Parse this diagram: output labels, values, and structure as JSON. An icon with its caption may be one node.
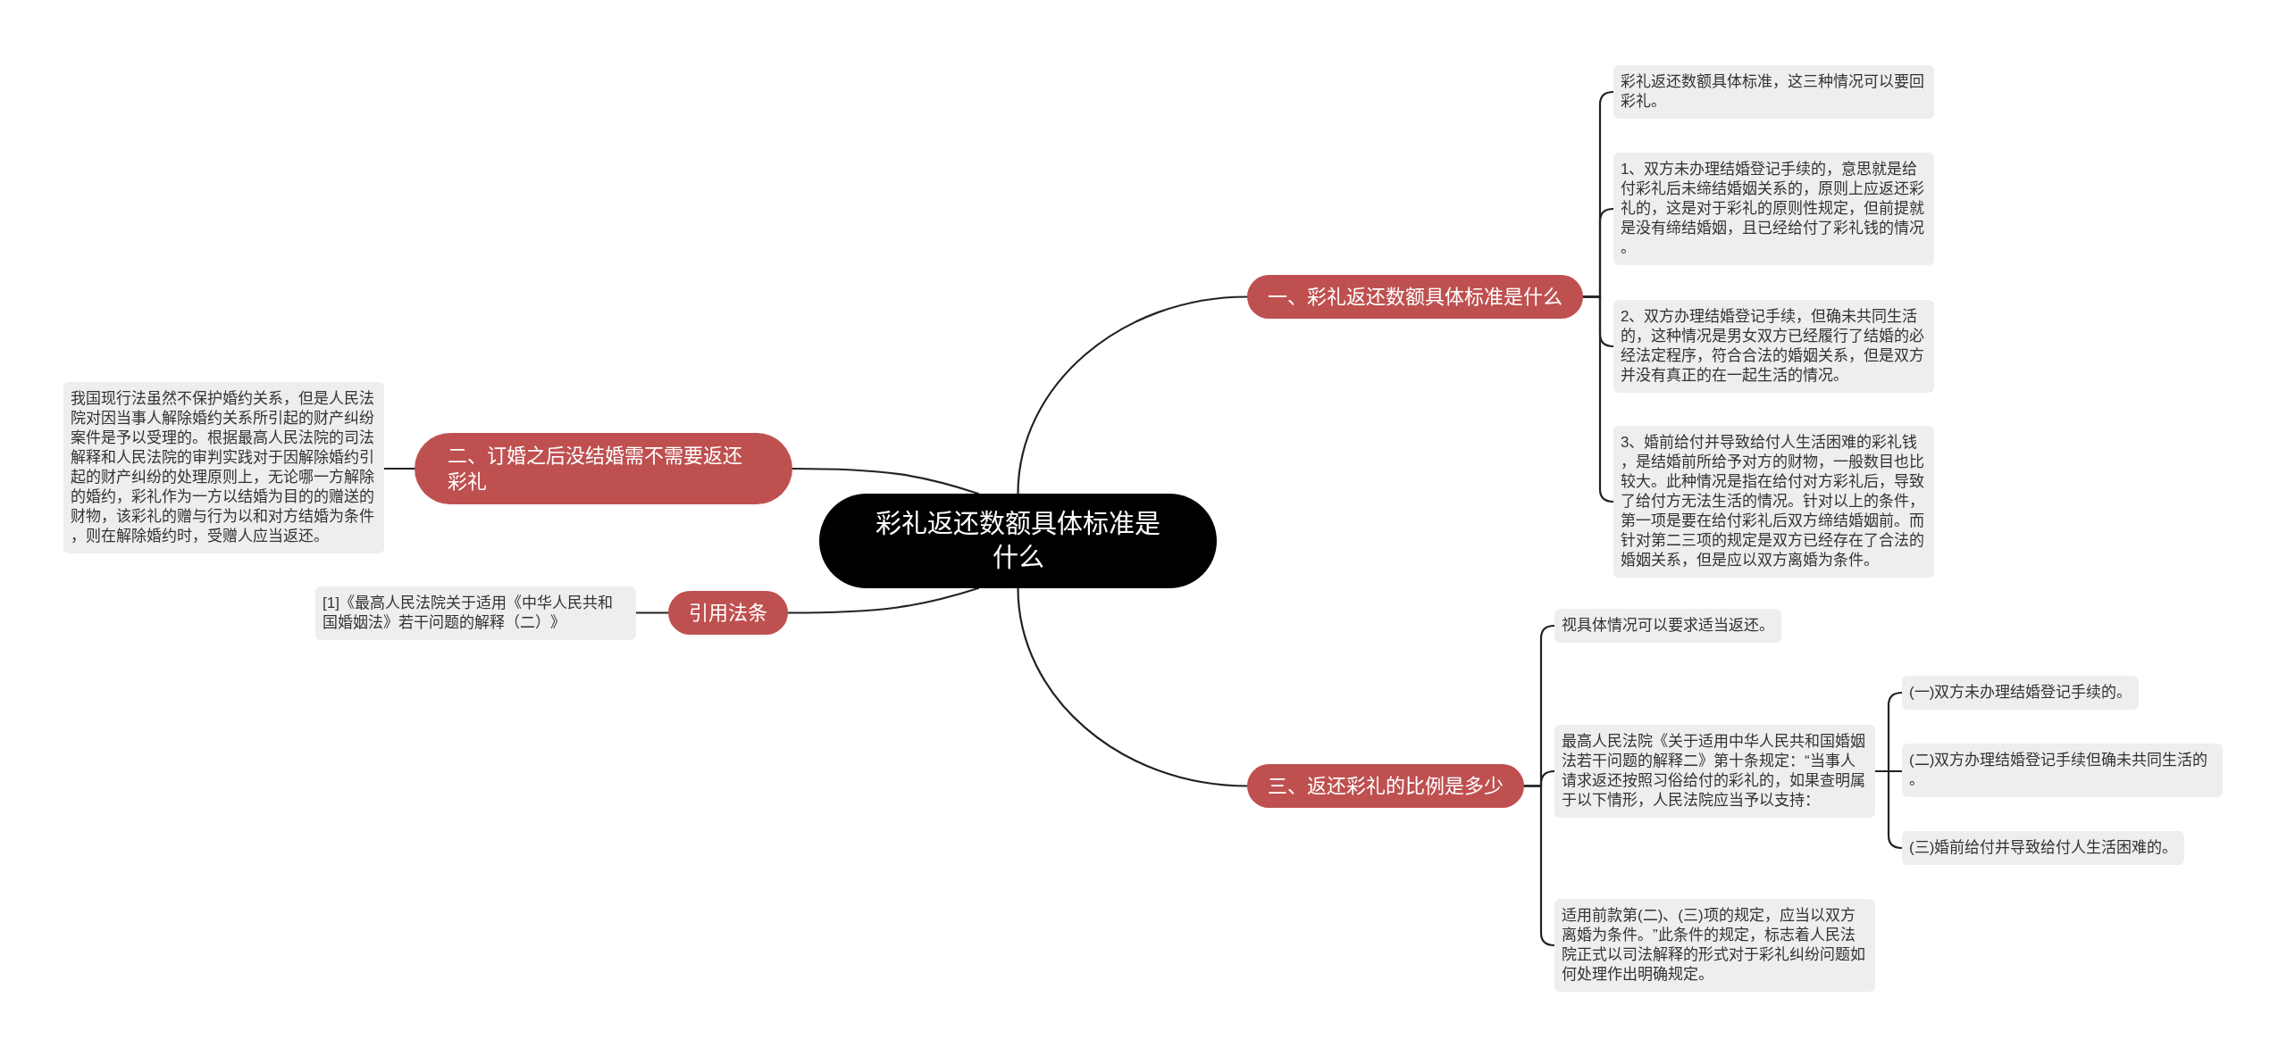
{
  "diagram": {
    "nodes": [
      {
        "text": [
          "彩礼返还数额具体标准是什么"
        ]
      },
      {
        "text": [
          "一、彩礼返还数额具体标准是什么"
        ]
      },
      {
        "text": [
          "彩礼返还数额具体标准，这三种情况可以要回彩礼。"
        ]
      },
      {
        "text": [
          "1、双方未办理结婚登记手续的，意思就是给付彩礼后未缔结婚姻关系的，原则上应返还彩礼的，这是对于彩礼的原则性规定，但前提就是没有缔结婚姻，且已经给付了彩礼钱的情况。"
        ]
      },
      {
        "text": [
          "2、双方办理结婚登记手续，但确未共同生活的，这种情况是男女双方已经履行了结婚的必经法定程序，符合合法的婚姻关系，但是双方并没有真正的在一起生活的情况。"
        ]
      },
      {
        "text": [
          "3、婚前给付并导致给付人生活困难的彩礼钱，是结婚前所给予对方的财物，一般数目也比较大。此种情况是指在给付对方彩礼后，导致了给付方无法生活的情况。针对以上的条件，第一项是要在给付彩礼后双方缔结婚姻前。而针对第二三项的规定是双方已经存在了合法的婚姻关系，但是应以双方离婚为条件。"
        ]
      },
      {
        "text": [
          "二、订婚之后没结婚需不需要返还彩礼"
        ]
      },
      {
        "text": [
          "我国现行法虽然不保护婚约关系，但是人民法院对因当事人解除婚约关系所引起的财产纠纷案件是予以受理的。根据最高人民法院的司法解释和人民法院的审判实践对于因解除婚约引起的财产纠纷的处理原则上，无论哪一方解除的婚约，彩礼作为一方以结婚为目的的赠送的财物，该彩礼的赠与行为以和对方结婚为条件，则在解除婚约时，受赠人应当返还。"
        ]
      },
      {
        "text": [
          "引用法条"
        ]
      },
      {
        "text": [
          "[1]《最高人民法院关于适用《中华人民共和国婚姻法》若干问题的解释（二）》"
        ]
      },
      {
        "text": [
          "三、返还彩礼的比例是多少"
        ]
      },
      {
        "text": [
          "视具体情况可以要求适当返还。"
        ]
      },
      {
        "text": [
          "最高人民法院《关于适用中华人民共和国婚姻法若干问题的解释二》第十条规定：“当事人请求返还按照习俗给付的彩礼的，如果查明属于以下情形，人民法院应当予以支持："
        ]
      },
      {
        "text": [
          "(一)双方未办理结婚登记手续的。"
        ]
      },
      {
        "text": [
          "(二)双方办理结婚登记手续但确未共同生活的。"
        ]
      },
      {
        "text": [
          "(三)婚前给付并导致给付人生活困难的。"
        ]
      },
      {
        "text": [
          "适用前款第(二)、(三)项的规定，应当以双方离婚为条件。”此条件的规定，标志着人民法院正式以司法解释的形式对于彩礼纠纷问题如何处理作出明确规定。"
        ]
      }
    ],
    "edges": [
      {
        "from": 0,
        "to": 1,
        "arrow": "none"
      },
      {
        "from": 1,
        "to": 2,
        "arrow": "none"
      },
      {
        "from": 1,
        "to": 3,
        "arrow": "none"
      },
      {
        "from": 1,
        "to": 4,
        "arrow": "none"
      },
      {
        "from": 1,
        "to": 5,
        "arrow": "none"
      },
      {
        "from": 0,
        "to": 6,
        "arrow": "none"
      },
      {
        "from": 6,
        "to": 7,
        "arrow": "none"
      },
      {
        "from": 0,
        "to": 8,
        "arrow": "none"
      },
      {
        "from": 8,
        "to": 9,
        "arrow": "none"
      },
      {
        "from": 0,
        "to": 10,
        "arrow": "none"
      },
      {
        "from": 10,
        "to": 11,
        "arrow": "none"
      },
      {
        "from": 10,
        "to": 12,
        "arrow": "none"
      },
      {
        "from": 10,
        "to": 16,
        "arrow": "none"
      },
      {
        "from": 12,
        "to": 13,
        "arrow": "none"
      },
      {
        "from": 12,
        "to": 14,
        "arrow": "none"
      },
      {
        "from": 12,
        "to": 15,
        "arrow": "none"
      }
    ]
  }
}
